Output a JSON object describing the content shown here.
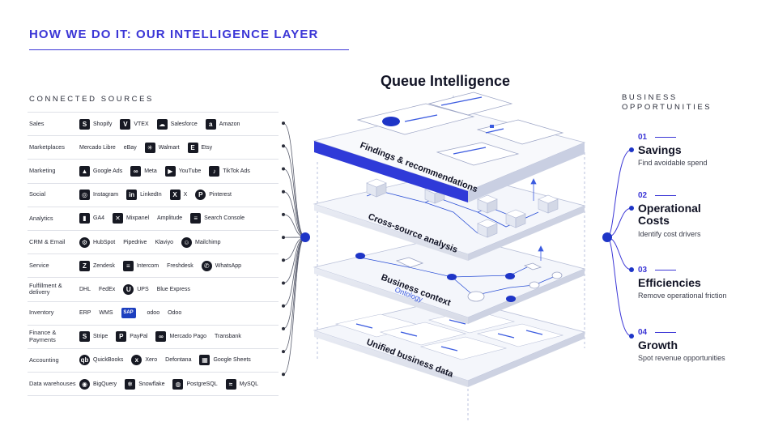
{
  "header": {
    "title": "HOW WE DO IT: OUR INTELLIGENCE LAYER"
  },
  "sources": {
    "title": "CONNECTED SOURCES",
    "rows": [
      {
        "category": "Sales",
        "items": [
          {
            "name": "Shopify",
            "icon": "shopify-icon"
          },
          {
            "name": "VTEX",
            "icon": "vtex-icon"
          },
          {
            "name": "Salesforce",
            "icon": "salesforce-icon"
          },
          {
            "name": "Amazon",
            "icon": "amazon-icon"
          }
        ]
      },
      {
        "category": "Marketplaces",
        "items": [
          {
            "name": "Mercado Libre",
            "icon": ""
          },
          {
            "name": "eBay",
            "icon": "ebay-icon"
          },
          {
            "name": "Walmart",
            "icon": "walmart-icon"
          },
          {
            "name": "Etsy",
            "icon": "etsy-icon"
          }
        ]
      },
      {
        "category": "Marketing",
        "items": [
          {
            "name": "Google Ads",
            "icon": "google-ads-icon"
          },
          {
            "name": "Meta",
            "icon": "meta-icon"
          },
          {
            "name": "YouTube",
            "icon": "youtube-icon"
          },
          {
            "name": "TikTok Ads",
            "icon": "tiktok-icon"
          }
        ]
      },
      {
        "category": "Social",
        "items": [
          {
            "name": "Instagram",
            "icon": "instagram-icon"
          },
          {
            "name": "LinkedIn",
            "icon": "linkedin-icon"
          },
          {
            "name": "X",
            "icon": "x-icon"
          },
          {
            "name": "Pinterest",
            "icon": "pinterest-icon"
          }
        ]
      },
      {
        "category": "Analytics",
        "items": [
          {
            "name": "GA4",
            "icon": "ga4-icon"
          },
          {
            "name": "Mixpanel",
            "icon": "mixpanel-icon"
          },
          {
            "name": "Amplitude",
            "icon": ""
          },
          {
            "name": "Search Console",
            "icon": "search-console-icon"
          }
        ]
      },
      {
        "category": "CRM & Email",
        "items": [
          {
            "name": "HubSpot",
            "icon": "hubspot-icon"
          },
          {
            "name": "Pipedrive",
            "icon": ""
          },
          {
            "name": "Klaviyo",
            "icon": ""
          },
          {
            "name": "Mailchimp",
            "icon": "mailchimp-icon"
          }
        ]
      },
      {
        "category": "Service",
        "items": [
          {
            "name": "Zendesk",
            "icon": "zendesk-icon"
          },
          {
            "name": "Intercom",
            "icon": "intercom-icon"
          },
          {
            "name": "Freshdesk",
            "icon": ""
          },
          {
            "name": "WhatsApp",
            "icon": "whatsapp-icon"
          }
        ]
      },
      {
        "category": "Fulfillment & delivery",
        "items": [
          {
            "name": "DHL",
            "icon": "dhl-icon"
          },
          {
            "name": "FedEx",
            "icon": "fedex-icon"
          },
          {
            "name": "UPS",
            "icon": "ups-icon"
          },
          {
            "name": "Blue Express",
            "icon": ""
          }
        ]
      },
      {
        "category": "Inventory",
        "items": [
          {
            "name": "ERP",
            "icon": ""
          },
          {
            "name": "WMS",
            "icon": ""
          },
          {
            "name": "",
            "icon": "sap-icon"
          },
          {
            "name": "odoo",
            "icon": ""
          },
          {
            "name": "Odoo",
            "icon": ""
          }
        ]
      },
      {
        "category": "Finance & Payments",
        "items": [
          {
            "name": "Stripe",
            "icon": "stripe-icon"
          },
          {
            "name": "PayPal",
            "icon": "paypal-icon"
          },
          {
            "name": "Mercado Pago",
            "icon": "mercado-pago-icon"
          },
          {
            "name": "Transbank",
            "icon": ""
          }
        ]
      },
      {
        "category": "Accounting",
        "items": [
          {
            "name": "QuickBooks",
            "icon": "quickbooks-icon"
          },
          {
            "name": "Xero",
            "icon": "xero-icon"
          },
          {
            "name": "Defontana",
            "icon": ""
          },
          {
            "name": "Google Sheets",
            "icon": "google-sheets-icon"
          }
        ]
      },
      {
        "category": "Data warehouses",
        "items": [
          {
            "name": "BigQuery",
            "icon": "bigquery-icon"
          },
          {
            "name": "Snowflake",
            "icon": "snowflake-icon"
          },
          {
            "name": "PostgreSQL",
            "icon": "postgresql-icon"
          },
          {
            "name": "MySQL",
            "icon": "mysql-icon"
          }
        ]
      }
    ]
  },
  "center": {
    "title": "Queue Intelligence",
    "layers": [
      {
        "label": "Findings & recommendations"
      },
      {
        "label": "Cross-source analysis"
      },
      {
        "label": "Business context",
        "sublabel": "Ontology"
      },
      {
        "label": "Unified business data"
      }
    ]
  },
  "opportunities": {
    "title_line1": "BUSINESS",
    "title_line2": "OPPORTUNITIES",
    "items": [
      {
        "num": "01",
        "name": "Savings",
        "desc": "Find avoidable spend"
      },
      {
        "num": "02",
        "name": "Operational Costs",
        "desc": "Identify cost drivers"
      },
      {
        "num": "03",
        "name": "Efficiencies",
        "desc": "Remove operational friction"
      },
      {
        "num": "04",
        "name": "Growth",
        "desc": "Spot revenue opportunities"
      }
    ]
  },
  "colors": {
    "accent": "#3b36d6",
    "node": "#1e35c7",
    "text": "#101224"
  }
}
